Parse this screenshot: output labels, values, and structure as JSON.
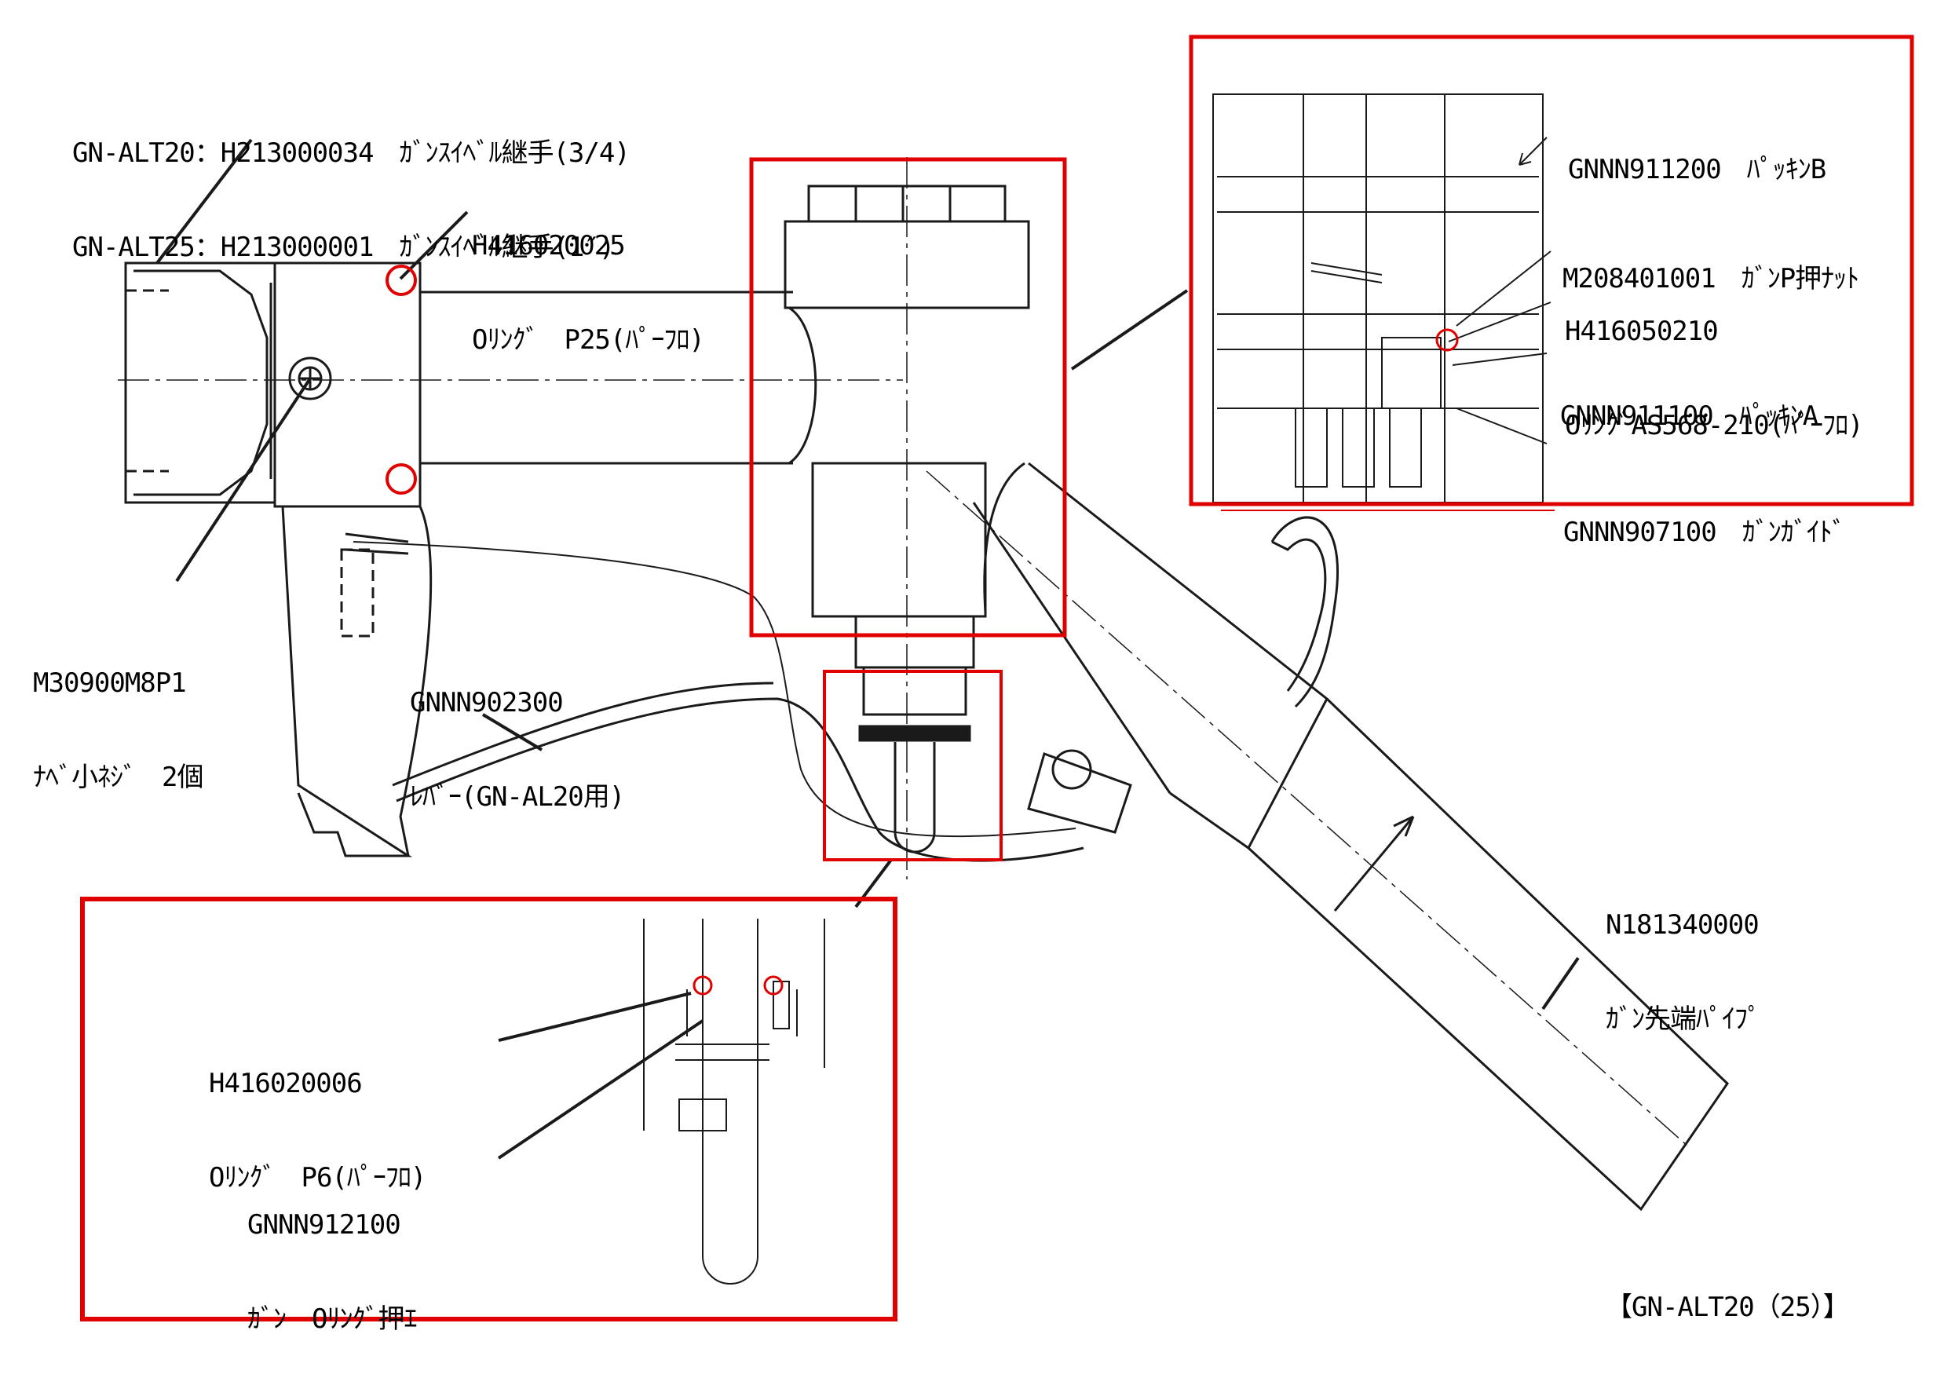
{
  "colors": {
    "ink": "#1a1a1a",
    "highlight": "#e00000",
    "background": "#ffffff"
  },
  "labels": {
    "swivel": {
      "line1": "GN-ALT20：H213000034　ｶﾞﾝｽｲﾍﾞﾙ継手(3/4)",
      "line2": "GN-ALT25：H213000001　ｶﾞﾝｽｲﾍﾞﾙ継手(1″)"
    },
    "oring_p25": {
      "code": "H416020025",
      "name": "Oﾘﾝｸﾞ　P25(ﾊﾟｰﾌﾛ)"
    },
    "screw": {
      "code": "M30900M8P1",
      "name": "ﾅﾍﾞ小ﾈｼﾞ　2個"
    },
    "lever": {
      "code": "GNNN902300",
      "name": "ﾚﾊﾞｰ(GN-AL20用)"
    },
    "packing_b": {
      "text": "GNNN911200　ﾊﾟｯｷﾝB"
    },
    "press_nut": {
      "text": "M208401001　ｶﾞﾝP押ﾅｯﾄ"
    },
    "oring_as568": {
      "code": "H416050210",
      "name": "OﾘﾝｸﾞAS568-210(ﾊﾟｰﾌﾛ)"
    },
    "packing_a": {
      "text": "GNNN911100　ﾊﾟｯｷﾝA"
    },
    "gun_guide": {
      "text": "GNNN907100　ｶﾞﾝｶﾞｲﾄﾞ"
    },
    "tip_pipe": {
      "code": "N181340000",
      "name": "ｶﾞﾝ先端ﾊﾟｲﾌﾟ"
    },
    "oring_p6": {
      "code": "H416020006",
      "name": "Oﾘﾝｸﾞ　P6(ﾊﾟｰﾌﾛ)"
    },
    "oring_holder": {
      "code": "GNNN912100",
      "name": "ｶﾞﾝ　Oﾘﾝｸﾞ押ｴ"
    },
    "model": {
      "text": "【GN-ALT20（25）】"
    }
  }
}
